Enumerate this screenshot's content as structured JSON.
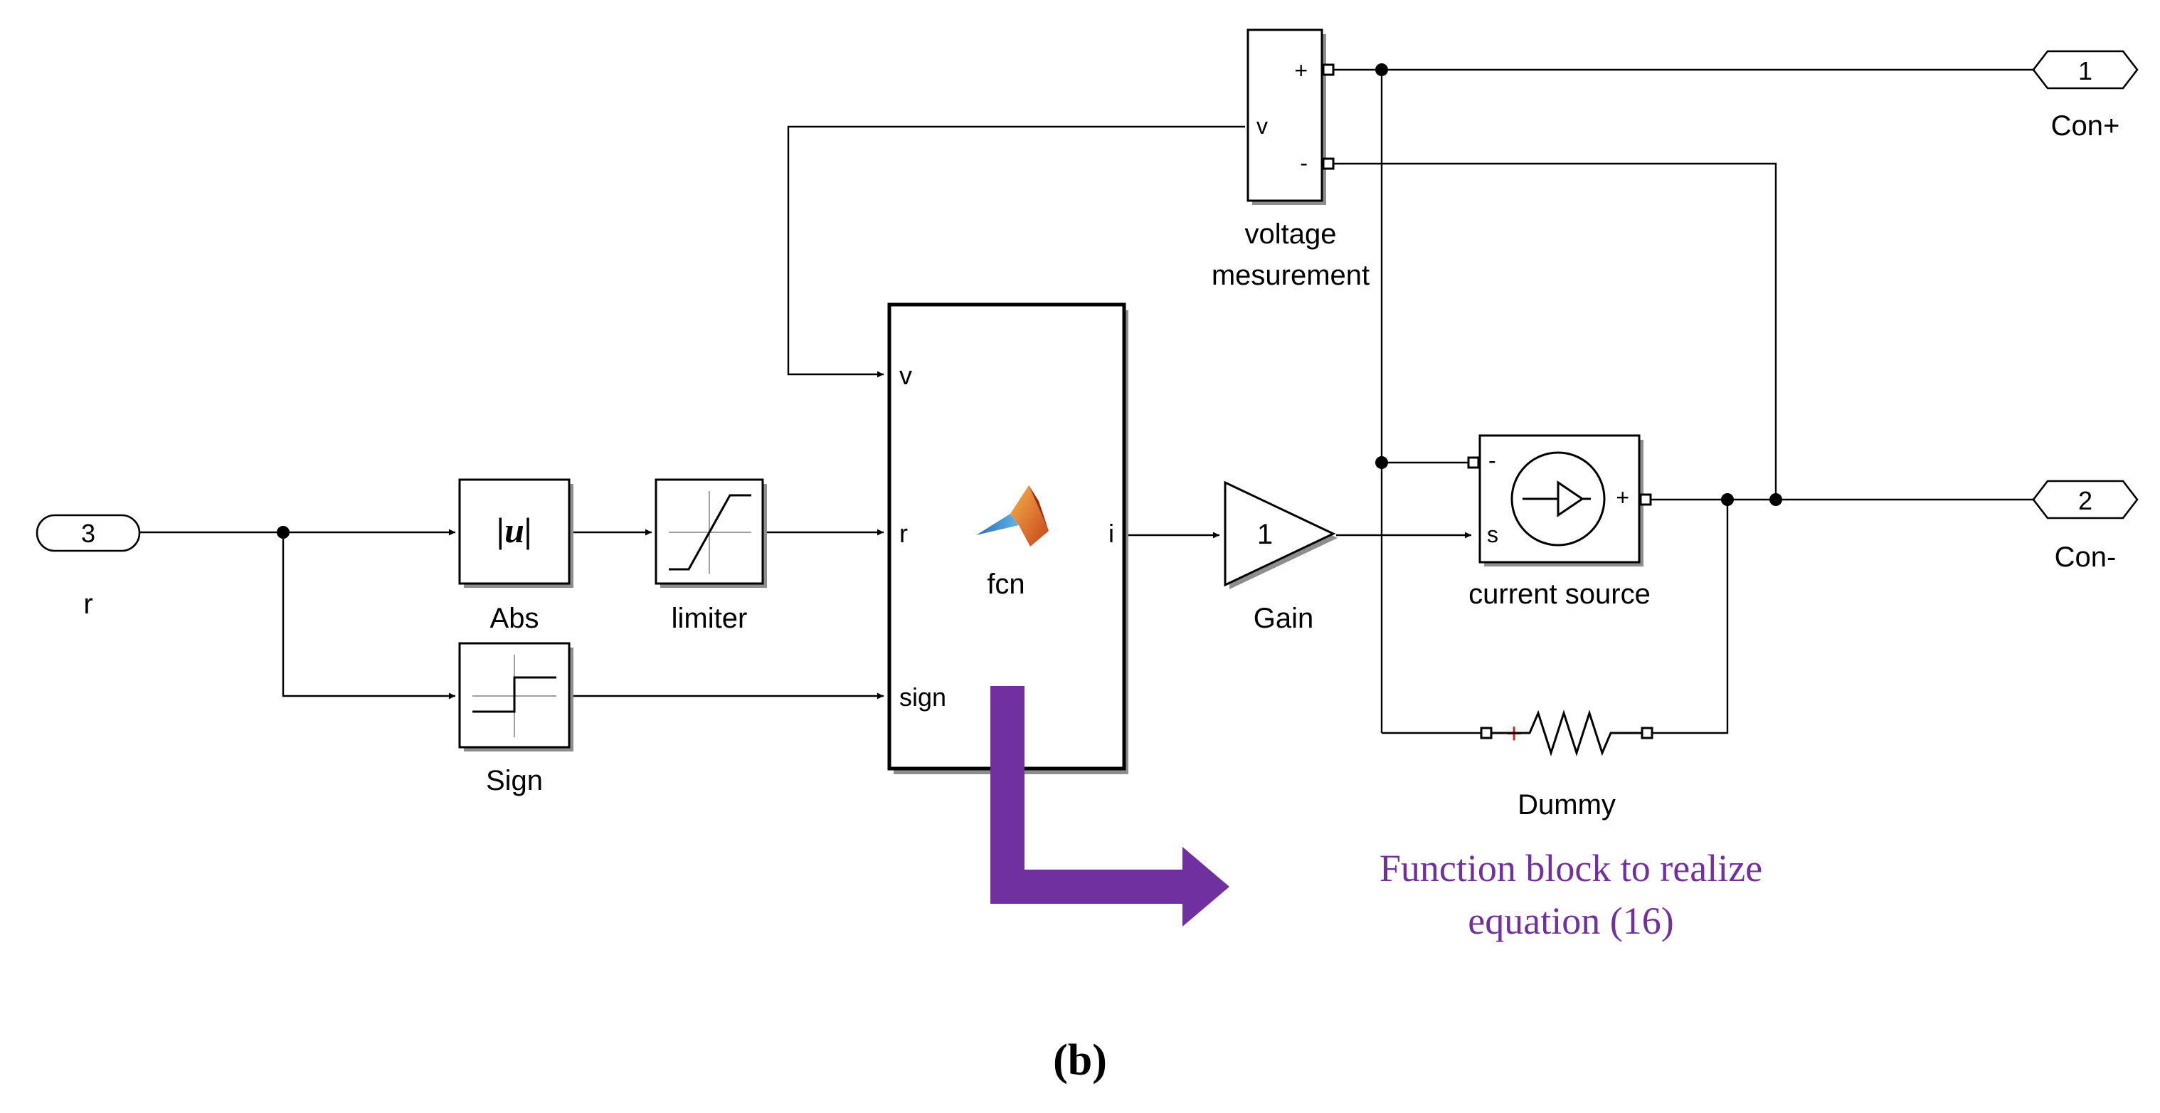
{
  "ports": {
    "in_r": {
      "number": "3",
      "label": "r"
    },
    "out_con_plus": {
      "number": "1",
      "label": "Con+"
    },
    "out_con_minus": {
      "number": "2",
      "label": "Con-"
    }
  },
  "blocks": {
    "abs": {
      "symbol": "|u|",
      "label": "Abs"
    },
    "limiter": {
      "label": "limiter"
    },
    "sign": {
      "label": "Sign"
    },
    "fcn": {
      "name": "fcn",
      "ports_in": [
        "v",
        "r",
        "sign"
      ],
      "port_out": "i",
      "icon": "matlab-logo-icon"
    },
    "gain": {
      "value": "1",
      "label": "Gain"
    },
    "voltage_measurement": {
      "plus": "+",
      "minus": "-",
      "out": "v",
      "label_line1": "voltage",
      "label_line2": "mesurement"
    },
    "current_source": {
      "minus": "-",
      "plus": "+",
      "in": "s",
      "label": "current source"
    },
    "dummy": {
      "plus": "+",
      "label": "Dummy"
    }
  },
  "annotation": {
    "line1": "Function block to realize",
    "line2": "equation (16)",
    "color": "#7030a0"
  },
  "caption": "(b)"
}
